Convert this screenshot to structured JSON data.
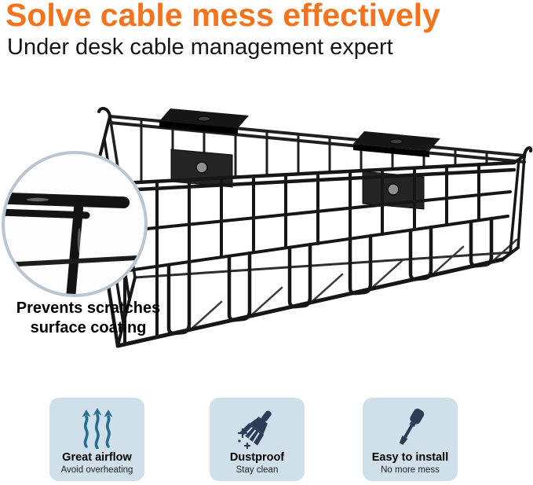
{
  "header": {
    "title": "Solve cable mess effectively",
    "subtitle": "Under desk cable management expert"
  },
  "callout": {
    "caption_line1": "Prevents scratches",
    "caption_line2": "surface coating"
  },
  "features": [
    {
      "icon": "airflow-arrows-icon",
      "label": "Great airflow",
      "sublabel": "Avoid overheating"
    },
    {
      "icon": "brush-icon",
      "label": "Dustproof",
      "sublabel": "Stay clean"
    },
    {
      "icon": "screwdriver-icon",
      "label": "Easy to install",
      "sublabel": "No more mess"
    }
  ],
  "colors": {
    "title_orange": "#F4731C",
    "card_bg": "#CFE0EA",
    "icon_teal": "#256D93",
    "icon_navy": "#2C3C58",
    "wire_black": "#161616",
    "callout_ring": "#B9C6D2"
  }
}
